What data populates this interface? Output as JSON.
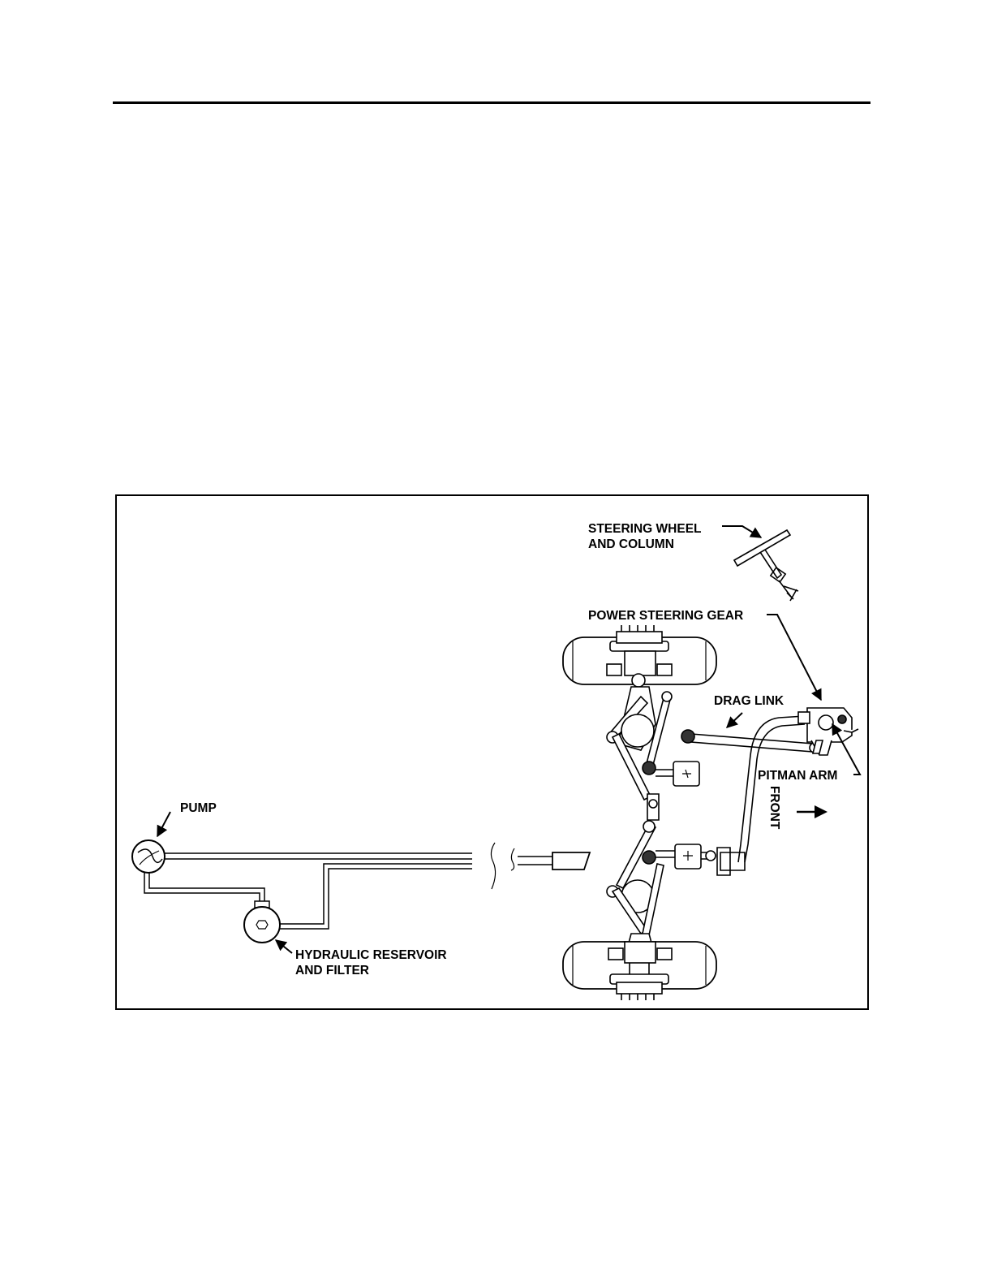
{
  "figure": {
    "labels": {
      "steering_wheel": [
        "STEERING WHEEL",
        "AND COLUMN"
      ],
      "power_steering_gear": "POWER STEERING GEAR",
      "drag_link": "DRAG LINK",
      "pitman_arm": "PITMAN ARM",
      "front": "FRONT",
      "pump": "PUMP",
      "reservoir": [
        "HYDRAULIC RESERVOIR",
        "AND FILTER"
      ]
    }
  }
}
